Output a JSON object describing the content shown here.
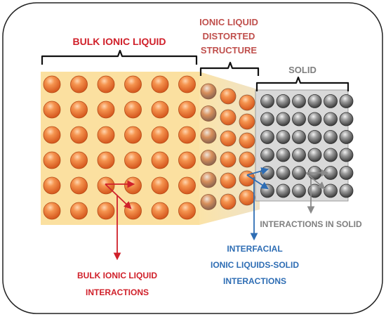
{
  "labels": {
    "bulk_title": "BULK IONIC LIQUID",
    "distorted_line1": "IONIC LIQUID",
    "distorted_line2": "DISTORTED",
    "distorted_line3": "STRUCTURE",
    "solid_title": "SOLID",
    "solid_interactions": "INTERACTIONS IN SOLID",
    "interfacial_line1": "INTERFACIAL",
    "interfacial_line2": "IONIC LIQUIDS-SOLID",
    "interfacial_line3": "INTERACTIONS",
    "bulk_interactions_line1": "BULK IONIC LIQUID",
    "bulk_interactions_line2": "INTERACTIONS"
  },
  "colors": {
    "bulk_label": "#d0202a",
    "distorted_label": "#c0504d",
    "solid_label": "#7f7f7f",
    "interfacial_label": "#2e6db4",
    "solid_arrow": "#8a8a8a",
    "liquid_region": "#fbe0a0",
    "solid_region": "#d9d9d9",
    "ion_particle": "#ee7a3a",
    "solid_particle": "#6e6e6e"
  },
  "structure": {
    "bulk_rows": 6,
    "bulk_cols": 6,
    "distorted_rows": 6,
    "distorted_cols": 3,
    "solid_rows": 6,
    "solid_cols": 6
  }
}
